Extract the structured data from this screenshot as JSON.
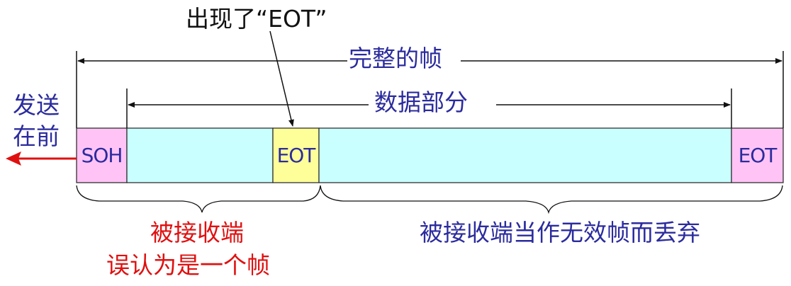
{
  "annotation": {
    "eot_appears": "出现了“EOT”"
  },
  "spans": {
    "complete_frame": "完整的帧",
    "data_part": "数据部分"
  },
  "send_direction": {
    "line1": "发送",
    "line2": "在前"
  },
  "frame_fields": {
    "soh": "SOH",
    "eot_early": "EOT",
    "eot_end": "EOT"
  },
  "outcomes": {
    "receiver_misread_line1": "被接收端",
    "receiver_misread_line2": "误认为是一个帧",
    "discarded": "被接收端当作无效帧而丢弃"
  },
  "colors": {
    "header_trailer": "#FFC4F5",
    "data": "#C9FFFF",
    "eot_in_data": "#FFFF99",
    "arrow": "#E01010",
    "text_blue": "#2B2B9E",
    "text_red": "#E01010"
  }
}
